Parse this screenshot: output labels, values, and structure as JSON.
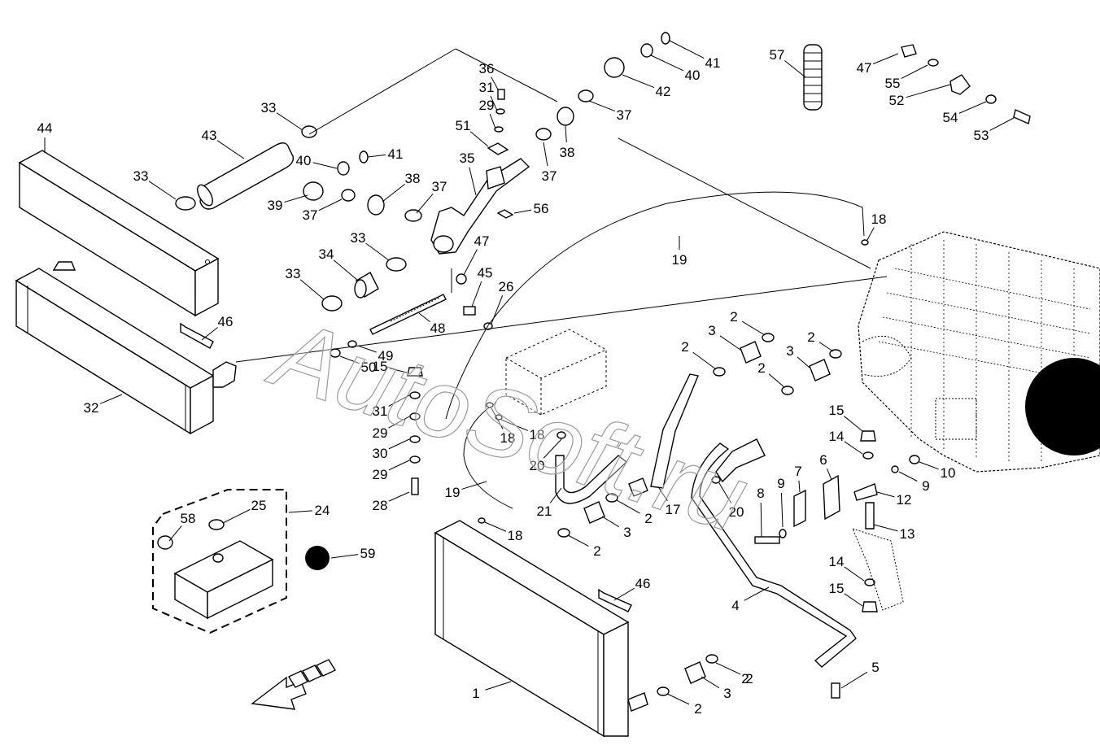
{
  "watermark": "AutoSoft.ru",
  "callouts": [
    {
      "id": "c1",
      "label": "1"
    },
    {
      "id": "c2a",
      "label": "2"
    },
    {
      "id": "c2b",
      "label": "2"
    },
    {
      "id": "c2c",
      "label": "2"
    },
    {
      "id": "c2d",
      "label": "2"
    },
    {
      "id": "c2e",
      "label": "2"
    },
    {
      "id": "c2f",
      "label": "2"
    },
    {
      "id": "c2g",
      "label": "2"
    },
    {
      "id": "c2h",
      "label": "2"
    },
    {
      "id": "c2i",
      "label": "2"
    },
    {
      "id": "c3a",
      "label": "3"
    },
    {
      "id": "c3b",
      "label": "3"
    },
    {
      "id": "c3c",
      "label": "3"
    },
    {
      "id": "c3d",
      "label": "3"
    },
    {
      "id": "c4",
      "label": "4"
    },
    {
      "id": "c5",
      "label": "5"
    },
    {
      "id": "c6",
      "label": "6"
    },
    {
      "id": "c7",
      "label": "7"
    },
    {
      "id": "c8",
      "label": "8"
    },
    {
      "id": "c9a",
      "label": "9"
    },
    {
      "id": "c9b",
      "label": "9"
    },
    {
      "id": "c10",
      "label": "10"
    },
    {
      "id": "c12",
      "label": "12"
    },
    {
      "id": "c13",
      "label": "13"
    },
    {
      "id": "c14a",
      "label": "14"
    },
    {
      "id": "c14b",
      "label": "14"
    },
    {
      "id": "c15a",
      "label": "15"
    },
    {
      "id": "c15b",
      "label": "15"
    },
    {
      "id": "c15c",
      "label": "15"
    },
    {
      "id": "c17",
      "label": "17"
    },
    {
      "id": "c18a",
      "label": "18"
    },
    {
      "id": "c18b",
      "label": "18"
    },
    {
      "id": "c18c",
      "label": "18"
    },
    {
      "id": "c18d",
      "label": "18"
    },
    {
      "id": "c19a",
      "label": "19"
    },
    {
      "id": "c19b",
      "label": "19"
    },
    {
      "id": "c20a",
      "label": "20"
    },
    {
      "id": "c20b",
      "label": "20"
    },
    {
      "id": "c21",
      "label": "21"
    },
    {
      "id": "c24",
      "label": "24"
    },
    {
      "id": "c25",
      "label": "25"
    },
    {
      "id": "c26",
      "label": "26"
    },
    {
      "id": "c28",
      "label": "28"
    },
    {
      "id": "c29a",
      "label": "29"
    },
    {
      "id": "c29b",
      "label": "29"
    },
    {
      "id": "c29c",
      "label": "29"
    },
    {
      "id": "c30",
      "label": "30"
    },
    {
      "id": "c31a",
      "label": "31"
    },
    {
      "id": "c31b",
      "label": "31"
    },
    {
      "id": "c32",
      "label": "32"
    },
    {
      "id": "c33a",
      "label": "33"
    },
    {
      "id": "c33b",
      "label": "33"
    },
    {
      "id": "c33c",
      "label": "33"
    },
    {
      "id": "c33d",
      "label": "33"
    },
    {
      "id": "c34",
      "label": "34"
    },
    {
      "id": "c35",
      "label": "35"
    },
    {
      "id": "c36",
      "label": "36"
    },
    {
      "id": "c37a",
      "label": "37"
    },
    {
      "id": "c37b",
      "label": "37"
    },
    {
      "id": "c37c",
      "label": "37"
    },
    {
      "id": "c37d",
      "label": "37"
    },
    {
      "id": "c38a",
      "label": "38"
    },
    {
      "id": "c38b",
      "label": "38"
    },
    {
      "id": "c39",
      "label": "39"
    },
    {
      "id": "c40a",
      "label": "40"
    },
    {
      "id": "c40b",
      "label": "40"
    },
    {
      "id": "c41a",
      "label": "41"
    },
    {
      "id": "c41b",
      "label": "41"
    },
    {
      "id": "c42",
      "label": "42"
    },
    {
      "id": "c43",
      "label": "43"
    },
    {
      "id": "c44",
      "label": "44"
    },
    {
      "id": "c45",
      "label": "45"
    },
    {
      "id": "c46a",
      "label": "46"
    },
    {
      "id": "c46b",
      "label": "46"
    },
    {
      "id": "c47a",
      "label": "47"
    },
    {
      "id": "c47b",
      "label": "47"
    },
    {
      "id": "c48",
      "label": "48"
    },
    {
      "id": "c49",
      "label": "49"
    },
    {
      "id": "c50",
      "label": "50"
    },
    {
      "id": "c51",
      "label": "51"
    },
    {
      "id": "c52",
      "label": "52"
    },
    {
      "id": "c53",
      "label": "53"
    },
    {
      "id": "c54",
      "label": "54"
    },
    {
      "id": "c55",
      "label": "55"
    },
    {
      "id": "c56",
      "label": "56"
    },
    {
      "id": "c57",
      "label": "57"
    },
    {
      "id": "c58",
      "label": "58"
    },
    {
      "id": "c59",
      "label": "59"
    }
  ]
}
